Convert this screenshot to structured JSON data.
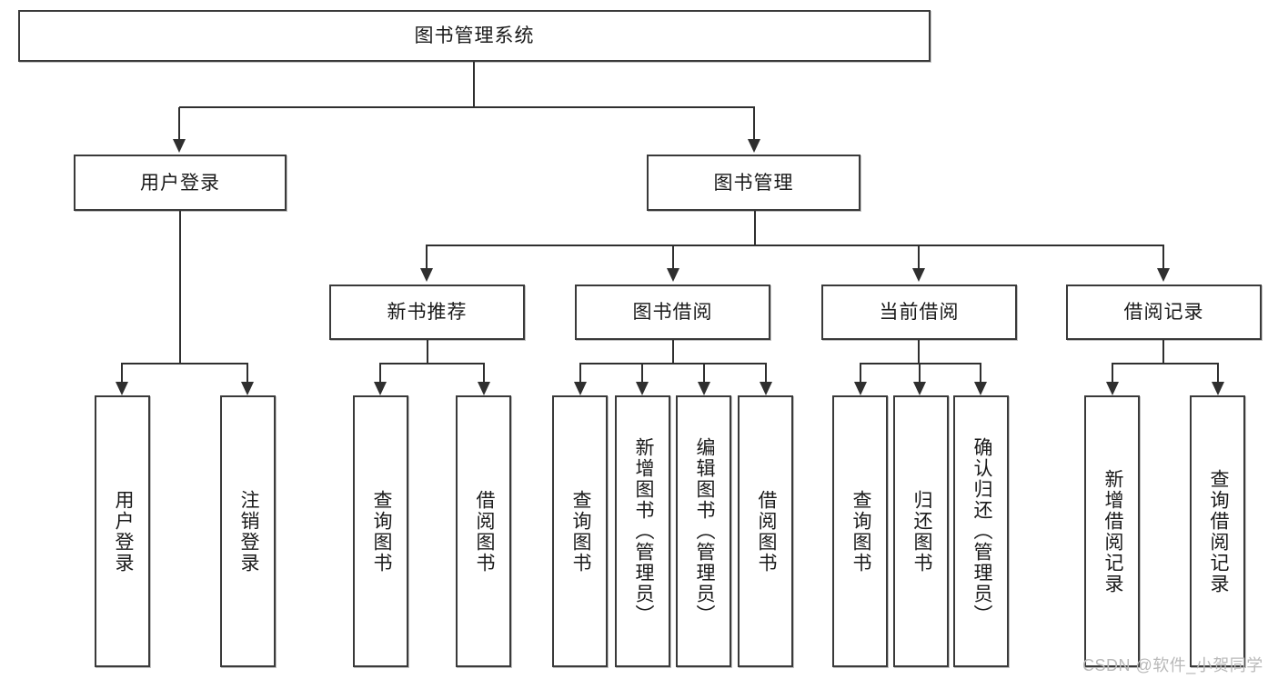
{
  "diagram": {
    "title": "图书管理系统",
    "root": {
      "label": "图书管理系统"
    },
    "level2": [
      {
        "label": "用户登录"
      },
      {
        "label": "图书管理"
      }
    ],
    "level3": [
      {
        "label": "新书推荐"
      },
      {
        "label": "图书借阅"
      },
      {
        "label": "当前借阅"
      },
      {
        "label": "借阅记录"
      }
    ],
    "leaves": [
      {
        "label": "用户登录"
      },
      {
        "label": "注销登录"
      },
      {
        "label": "查询图书"
      },
      {
        "label": "借阅图书"
      },
      {
        "label": "查询图书"
      },
      {
        "label": "新增图书（管理员）"
      },
      {
        "label": "编辑图书（管理员）"
      },
      {
        "label": "借阅图书"
      },
      {
        "label": "查询图书"
      },
      {
        "label": "归还图书"
      },
      {
        "label": "确认归还（管理员）"
      },
      {
        "label": "新增借阅记录"
      },
      {
        "label": "查询借阅记录"
      }
    ],
    "watermark": "CSDN @软件_小贺同学",
    "colors": {
      "border": "#3a3a3a",
      "line": "#2f2f2f",
      "text": "#1a1a1a",
      "background": "#ffffff",
      "watermark": "#b9b9b9"
    }
  }
}
